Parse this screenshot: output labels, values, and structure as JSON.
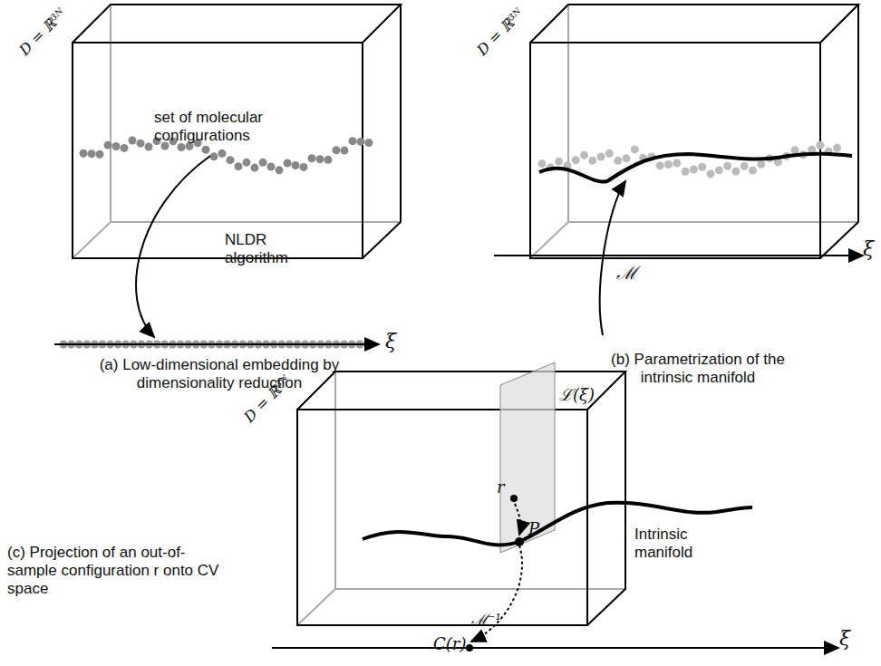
{
  "diagram": {
    "labels": [
      "D = ℝ³ᴺ",
      "set of molecular configurations",
      "NLDR algorithm",
      "ξ",
      "(a) Low-dimensional embedding by dimensionality reduction",
      "D = ℝ³ᴺ",
      "ℳ",
      "ξ",
      "(b) Parametrization of the intrinsic manifold",
      "D = ℝ³ᴺ",
      "ℒ(ξ)",
      "r",
      "P",
      "Intrinsic manifold",
      "ℳ⁻¹",
      "ξ",
      "C(r)",
      "(c) Projection of an out-of-sample configuration r onto CV space"
    ]
  }
}
